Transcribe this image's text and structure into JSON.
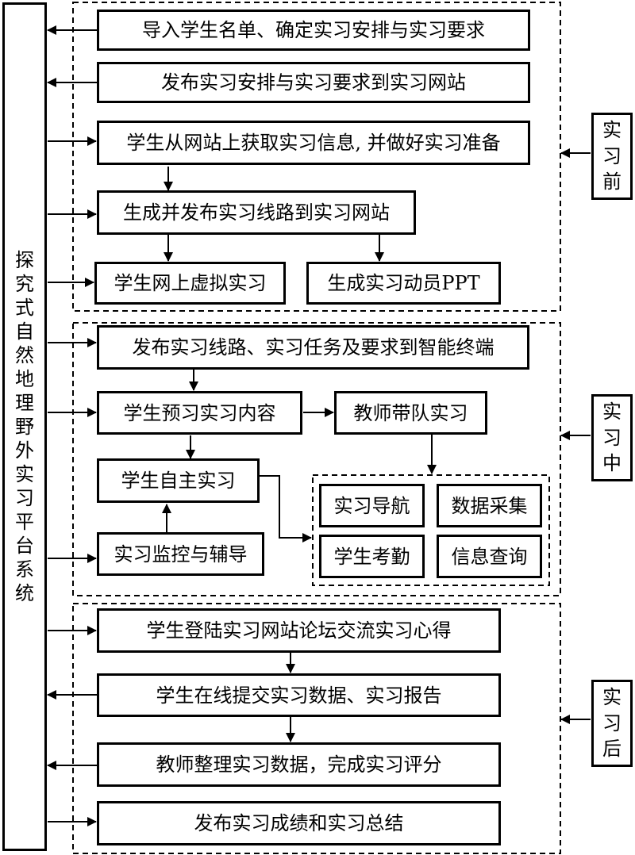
{
  "system": {
    "label": "探究式自然地理野外实习平台系统"
  },
  "phases": {
    "before": "实习前",
    "during": "实习中",
    "after": "实习后"
  },
  "before": {
    "import": "导入学生名单、确定实习安排与实习要求",
    "publish_arrangement": "发布实习安排与实习要求到实习网站",
    "obtain_info": "学生从网站上获取实习信息, 并做好实习准备",
    "publish_route": "生成并发布实习线路到实习网站",
    "virtual": "学生网上虚拟实习",
    "ppt": "生成实习动员PPT"
  },
  "during": {
    "publish_task": "发布实习线路、实习任务及要求到智能终端",
    "preview": "学生预习实习内容",
    "teacher_lead": "教师带队实习",
    "self_study": "学生自主实习",
    "monitor": "实习监控与辅导",
    "navigation": "实习导航",
    "data_collection": "数据采集",
    "attendance": "学生考勤",
    "info_query": "信息查询"
  },
  "after": {
    "forum": "学生登陆实习网站论坛交流实习心得",
    "submit": "学生在线提交实习数据、实习报告",
    "grading": "教师整理实习数据，完成实习评分",
    "summary": "发布实习成绩和实习总结"
  }
}
